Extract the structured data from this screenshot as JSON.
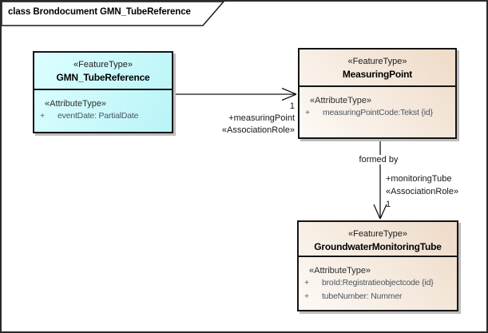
{
  "frame": {
    "title": "class Brondocument GMN_TubeReference"
  },
  "colors": {
    "feature_type_cyan": "#c9f9fb",
    "feature_type_peach": "#efdbc8",
    "box_border": "#141414",
    "attribute_text": "#4b5560",
    "shadow": "#bdbdbd"
  },
  "classes": [
    {
      "stereotype": "«FeatureType»",
      "name": "GMN_TubeReference",
      "attr_header": "«AttributeType»",
      "attributes": [
        {
          "visibility": "+",
          "text": "eventDate: PartialDate"
        }
      ]
    },
    {
      "stereotype": "«FeatureType»",
      "name": "MeasuringPoint",
      "attr_header": "«AttributeType»",
      "attributes": [
        {
          "visibility": "+",
          "text": "measuringPointCode:Tekst {id}"
        }
      ]
    },
    {
      "stereotype": "«FeatureType»",
      "name": "GroundwaterMonitoringTube",
      "attr_header": "«AttributeType»",
      "attributes": [
        {
          "visibility": "+",
          "text": "broId:Registratieobjectcode {id}"
        },
        {
          "visibility": "+",
          "text": "tubeNumber: Nummer"
        }
      ]
    }
  ],
  "connectors": [
    {
      "multiplicity": "1",
      "role": "+measuringPoint",
      "stereotype": "«AssociationRole»"
    },
    {
      "name": "formed by",
      "role": "+monitoringTube",
      "stereotype": "«AssociationRole»",
      "multiplicity": "1"
    }
  ]
}
